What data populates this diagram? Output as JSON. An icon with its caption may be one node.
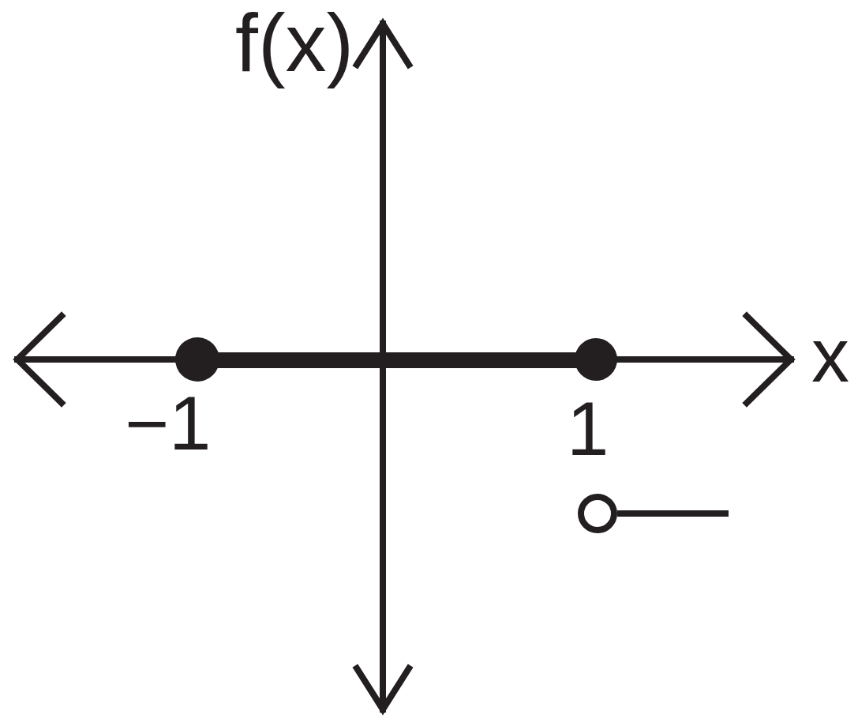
{
  "diagram": {
    "labels": [
      "f(x)",
      "x",
      "−1",
      "1"
    ]
  }
}
